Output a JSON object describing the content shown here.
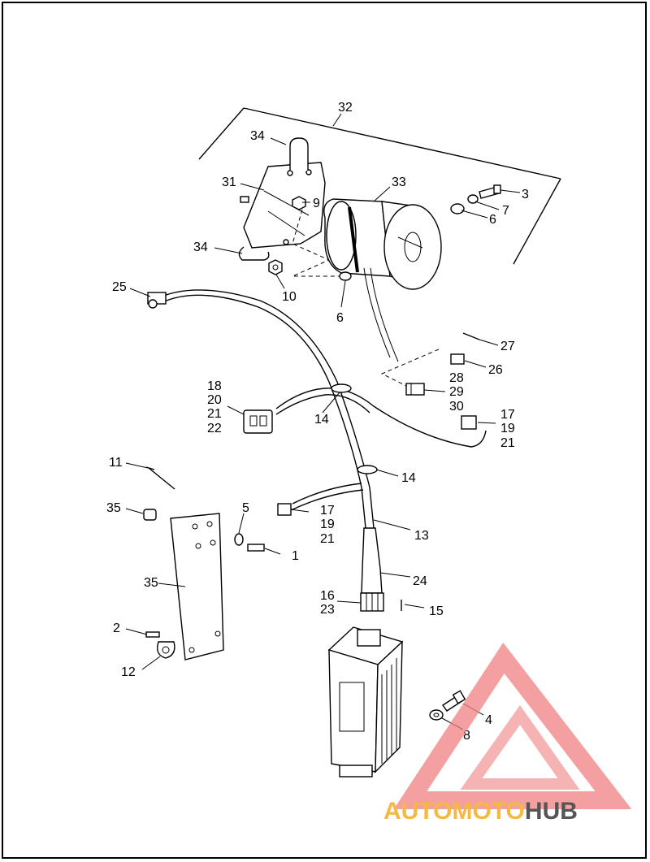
{
  "callouts": {
    "c1": "1",
    "c2": "2",
    "c3": "3",
    "c4": "4",
    "c5": "5",
    "c6a": "6",
    "c6b": "6",
    "c7": "7",
    "c8": "8",
    "c9": "9",
    "c10": "10",
    "c11": "11",
    "c12": "12",
    "c13": "13",
    "c14a": "14",
    "c14b": "14",
    "c15": "15",
    "c16": "16",
    "c17a": "17",
    "c17b": "17",
    "c18": "18",
    "c19a": "19",
    "c19b": "19",
    "c20": "20",
    "c21a": "21",
    "c21b": "21",
    "c21c": "21",
    "c22": "22",
    "c23": "23",
    "c24": "24",
    "c25": "25",
    "c26": "26",
    "c27": "27",
    "c28": "28",
    "c29": "29",
    "c30": "30",
    "c31": "31",
    "c32": "32",
    "c33": "33",
    "c34a": "34",
    "c34b": "34",
    "c35a": "35",
    "c35b": "35"
  },
  "watermark": {
    "brand_part1": "AUTOMOTO",
    "brand_part2": "HUB",
    "color_primary": "#f08080",
    "color_secondary": "#f4b942",
    "color_dark": "#555555"
  }
}
